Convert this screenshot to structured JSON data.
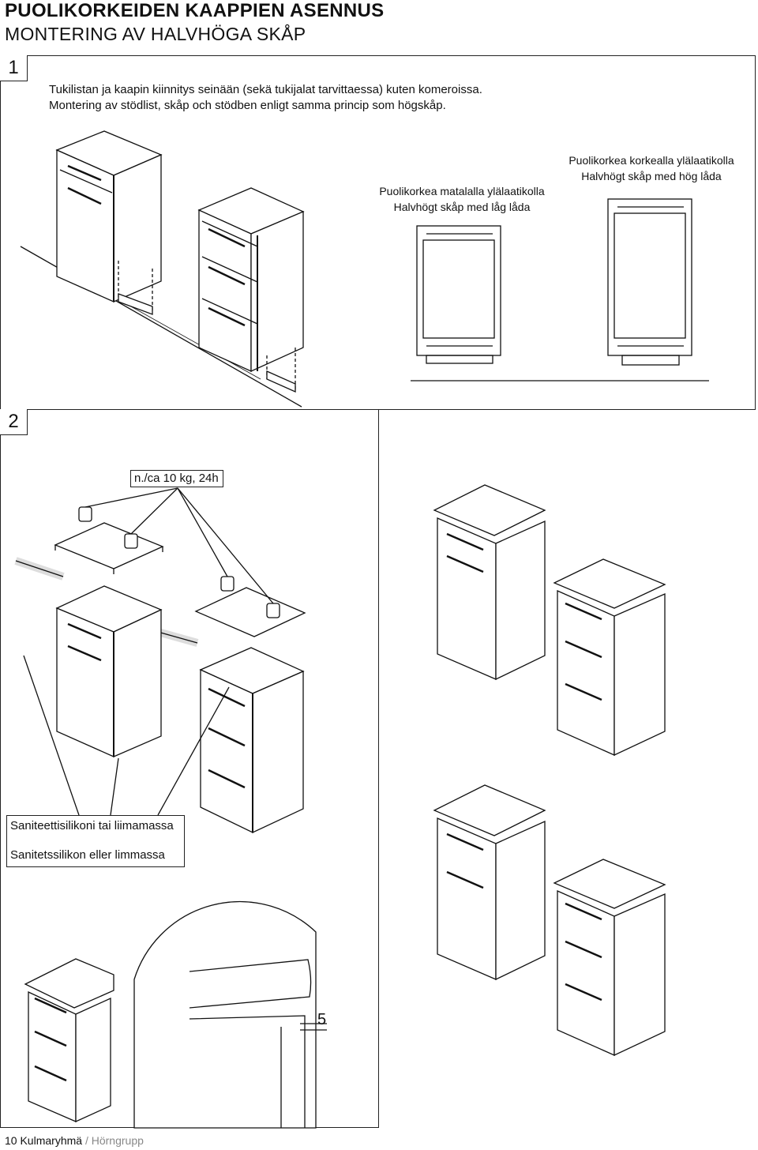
{
  "header": {
    "title_fi": "PUOLIKORKEIDEN KAAPPIEN ASENNUS",
    "title_sv": "MONTERING AV HALVHÖGA SKÅP"
  },
  "step1": {
    "number": "1",
    "text_fi": "Tukilistan ja kaapin kiinnitys seinään (sekä tukijalat tarvittaessa) kuten komeroissa.",
    "text_sv": "Montering av stödlist, skåp och stödben enligt samma princip som högskåp.",
    "low_drawer_fi": "Puolikorkea matalalla ylälaatikolla",
    "low_drawer_sv": "Halvhögt skåp med låg låda",
    "high_drawer_fi": "Puolikorkea korkealla ylälaatikolla",
    "high_drawer_sv": "Halvhögt skåp med hög låda"
  },
  "step2": {
    "number": "2",
    "weight_label": "n./ca 10 kg, 24h",
    "silicone_fi": "Saniteettisilikoni tai liimamassa",
    "silicone_sv": "Sanitetssilikon eller limmassa",
    "gap_value": "5"
  },
  "footer": {
    "page": "10",
    "brand": "Kulmaryhmä",
    "separator": " / ",
    "brand_sv": "Hörngrupp"
  }
}
